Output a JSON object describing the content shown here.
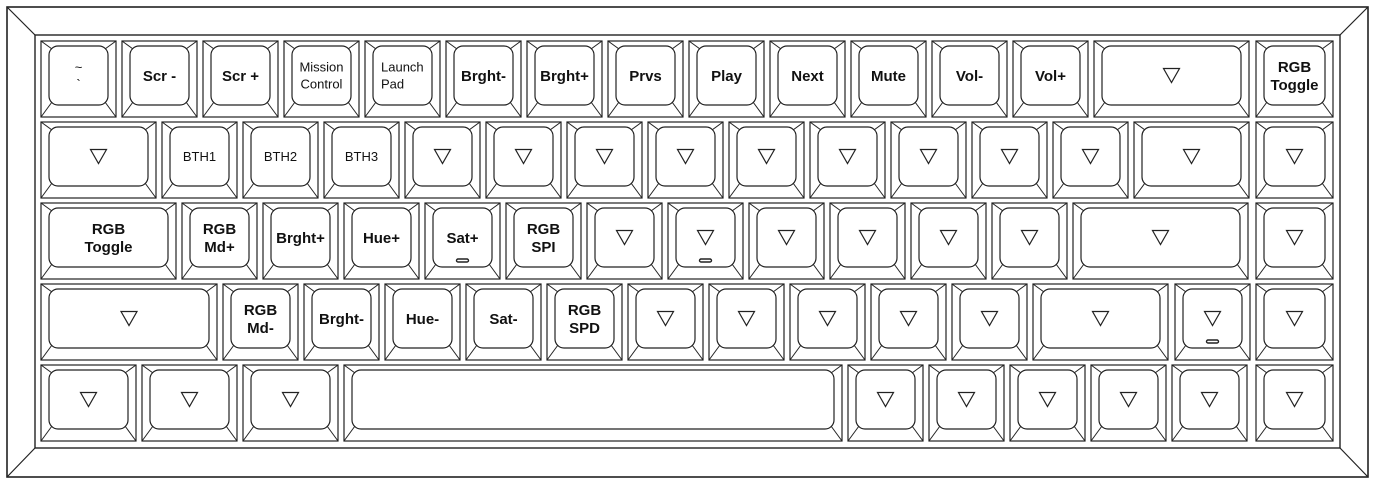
{
  "keyboard": {
    "rows": [
      [
        {
          "label": [
            "~",
            "`"
          ],
          "style": "small"
        },
        {
          "label": [
            "Scr -"
          ]
        },
        {
          "label": [
            "Scr +"
          ]
        },
        {
          "label": [
            "Mission",
            "Control"
          ],
          "style": "small"
        },
        {
          "label": [
            "Launch",
            "Pad"
          ],
          "style": "small",
          "align": "left"
        },
        {
          "label": [
            "Brght-"
          ]
        },
        {
          "label": [
            "Brght+"
          ]
        },
        {
          "label": [
            "Prvs"
          ]
        },
        {
          "label": [
            "Play"
          ]
        },
        {
          "label": [
            "Next"
          ]
        },
        {
          "label": [
            "Mute"
          ]
        },
        {
          "label": [
            "Vol-"
          ]
        },
        {
          "label": [
            "Vol+"
          ]
        },
        {
          "icon": "down-triangle-icon",
          "wide": true
        },
        {
          "label": [
            "RGB",
            "Toggle"
          ]
        }
      ],
      [
        {
          "icon": "down-triangle-icon",
          "wide": true
        },
        {
          "label": [
            "BTH1"
          ],
          "style": "small"
        },
        {
          "label": [
            "BTH2"
          ],
          "style": "small"
        },
        {
          "label": [
            "BTH3"
          ],
          "style": "small"
        },
        {
          "icon": "down-triangle-icon"
        },
        {
          "icon": "down-triangle-icon"
        },
        {
          "icon": "down-triangle-icon"
        },
        {
          "icon": "down-triangle-icon"
        },
        {
          "icon": "down-triangle-icon"
        },
        {
          "icon": "down-triangle-icon"
        },
        {
          "icon": "down-triangle-icon"
        },
        {
          "icon": "down-triangle-icon"
        },
        {
          "icon": "down-triangle-icon"
        },
        {
          "icon": "down-triangle-icon",
          "wide": true
        },
        {
          "icon": "down-triangle-icon"
        }
      ],
      [
        {
          "label": [
            "RGB",
            "Toggle"
          ],
          "wide": true
        },
        {
          "label": [
            "RGB",
            "Md+"
          ]
        },
        {
          "label": [
            "Brght+"
          ]
        },
        {
          "label": [
            "Hue+"
          ]
        },
        {
          "label": [
            "Sat+"
          ],
          "bump": true
        },
        {
          "label": [
            "RGB",
            "SPI"
          ]
        },
        {
          "icon": "down-triangle-icon"
        },
        {
          "icon": "down-triangle-icon",
          "bump": true
        },
        {
          "icon": "down-triangle-icon"
        },
        {
          "icon": "down-triangle-icon"
        },
        {
          "icon": "down-triangle-icon"
        },
        {
          "icon": "down-triangle-icon"
        },
        {
          "icon": "down-triangle-icon",
          "wide": true
        },
        {
          "icon": "down-triangle-icon"
        }
      ],
      [
        {
          "icon": "down-triangle-icon",
          "wide": true
        },
        {
          "label": [
            "RGB",
            "Md-"
          ]
        },
        {
          "label": [
            "Brght-"
          ]
        },
        {
          "label": [
            "Hue-"
          ]
        },
        {
          "label": [
            "Sat-"
          ]
        },
        {
          "label": [
            "RGB",
            "SPD"
          ]
        },
        {
          "icon": "down-triangle-icon"
        },
        {
          "icon": "down-triangle-icon"
        },
        {
          "icon": "down-triangle-icon"
        },
        {
          "icon": "down-triangle-icon"
        },
        {
          "icon": "down-triangle-icon"
        },
        {
          "icon": "down-triangle-icon",
          "wide": true
        },
        {
          "icon": "down-triangle-icon",
          "bump": true
        },
        {
          "icon": "down-triangle-icon"
        }
      ],
      [
        {
          "icon": "down-triangle-icon"
        },
        {
          "icon": "down-triangle-icon"
        },
        {
          "icon": "down-triangle-icon"
        },
        {
          "space": true
        },
        {
          "icon": "down-triangle-icon"
        },
        {
          "icon": "down-triangle-icon"
        },
        {
          "icon": "down-triangle-icon"
        },
        {
          "icon": "down-triangle-icon"
        },
        {
          "icon": "down-triangle-icon"
        },
        {
          "icon": "down-triangle-icon"
        }
      ]
    ]
  }
}
